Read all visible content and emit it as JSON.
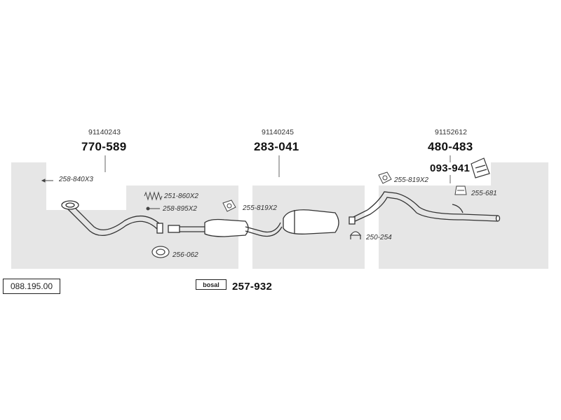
{
  "catalogue_number": "088.195.00",
  "watermark_text": "bosal",
  "sections": [
    {
      "oem_number": "91140243",
      "part_number": "770-589"
    },
    {
      "oem_number": "91140245",
      "part_number": "283-041"
    },
    {
      "oem_number": "91152612",
      "part_number": "480-483",
      "sub_part_number": "093-941"
    }
  ],
  "accessories": [
    "258-840X3",
    "251-860X2",
    "258-895X2",
    "255-819X2",
    "256-062",
    "250-254",
    "255-819X2",
    "255-681"
  ],
  "mounting_kit": {
    "box_label": "bosal",
    "part_number": "257-932"
  },
  "colors": {
    "line": "#333333",
    "watermark": "#e6e6e6",
    "background": "#ffffff"
  }
}
